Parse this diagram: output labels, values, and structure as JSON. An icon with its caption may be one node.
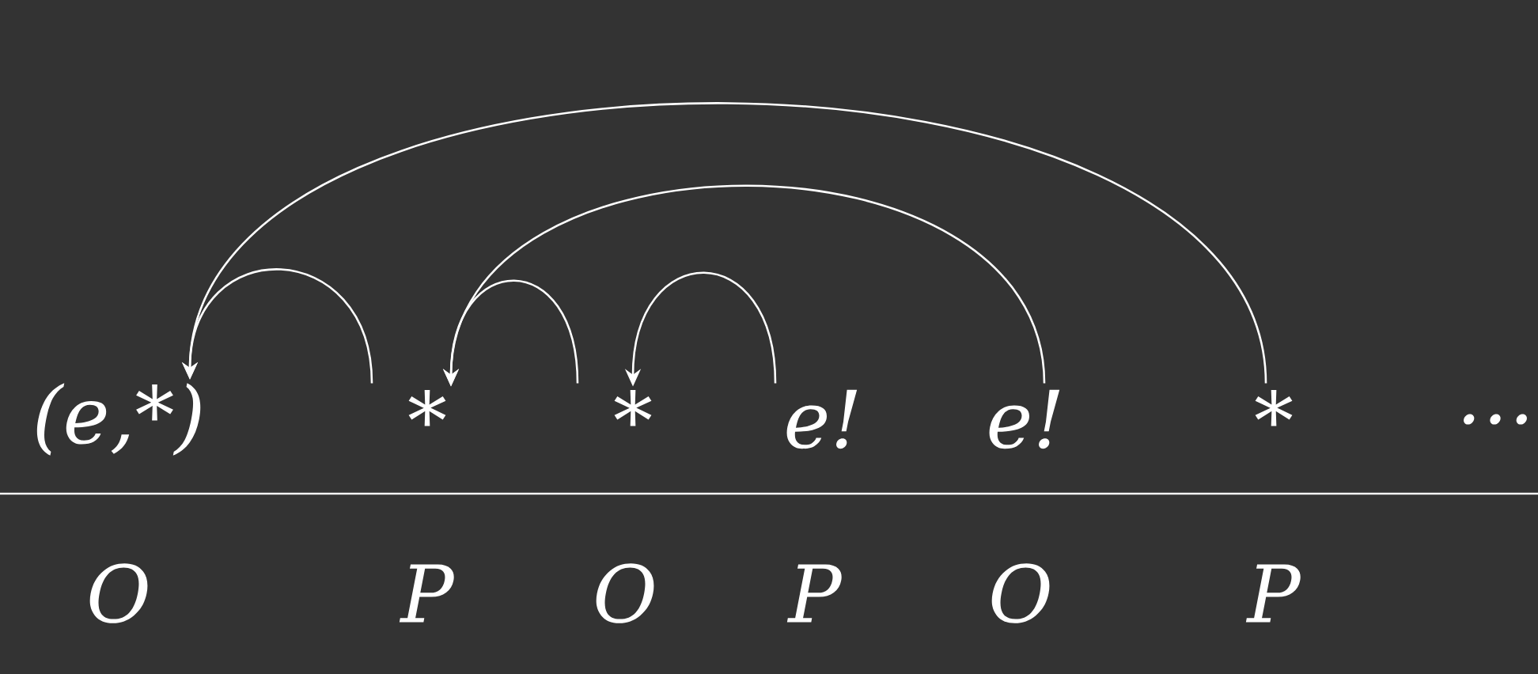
{
  "diagram": {
    "nodes": [
      {
        "text": [
          "(e,*)"
        ]
      },
      {
        "text": [
          "*"
        ]
      },
      {
        "text": [
          "*"
        ]
      },
      {
        "text": [
          "e!"
        ]
      },
      {
        "text": [
          "e!"
        ]
      },
      {
        "text": [
          "*"
        ]
      }
    ],
    "edges": [
      {
        "from": 1,
        "to": 0,
        "arrow": "to"
      },
      {
        "from": 2,
        "to": 1,
        "arrow": "to"
      },
      {
        "from": 3,
        "to": 2,
        "arrow": "to"
      },
      {
        "from": 4,
        "to": 1,
        "arrow": "to"
      },
      {
        "from": 5,
        "to": 0,
        "arrow": "to"
      }
    ],
    "labels": [
      "…",
      "O",
      "P",
      "O",
      "P",
      "O",
      "P"
    ]
  }
}
